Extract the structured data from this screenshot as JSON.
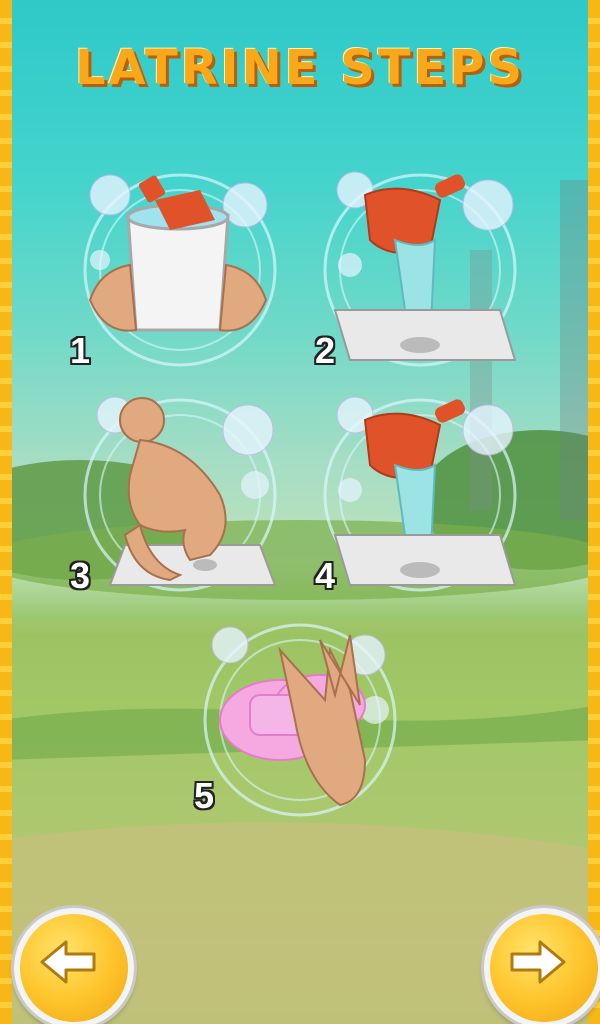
{
  "screen": {
    "title": "LATRINE STEPS"
  },
  "steps": [
    {
      "number": "1"
    },
    {
      "number": "2"
    },
    {
      "number": "3"
    },
    {
      "number": "4"
    },
    {
      "number": "5"
    }
  ],
  "navigation": {
    "back_icon": "left-arrow-icon",
    "next_icon": "right-arrow-icon"
  },
  "colors": {
    "title": "#f7a81b",
    "frame": "#f6b717",
    "button": "#ffc52e"
  }
}
